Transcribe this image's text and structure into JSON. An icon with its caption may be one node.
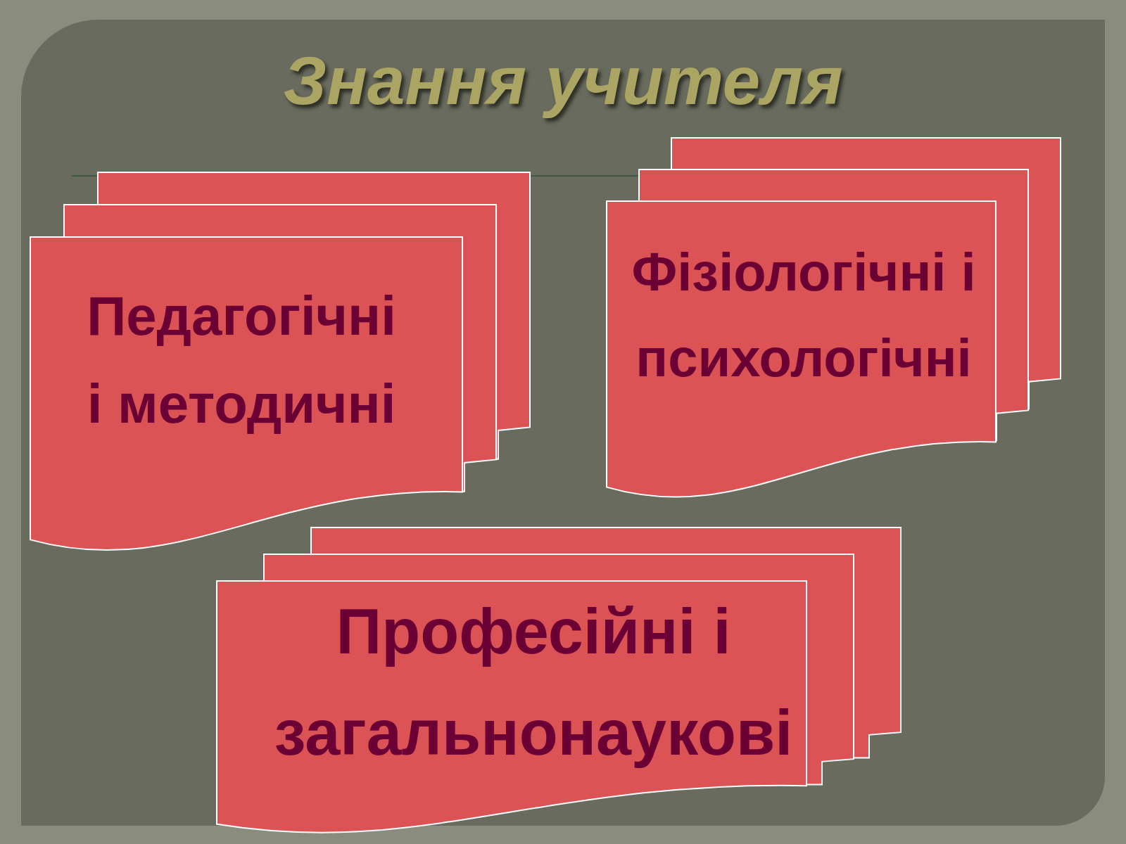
{
  "diagram": {
    "title": "Знання учителя",
    "nodes": [
      {
        "text": [
          "Педагогічні і методичні"
        ]
      },
      {
        "text": [
          "Фізіологічні і психологічні"
        ]
      },
      {
        "text": [
          "Професійні і загальнонаукові"
        ]
      }
    ]
  }
}
